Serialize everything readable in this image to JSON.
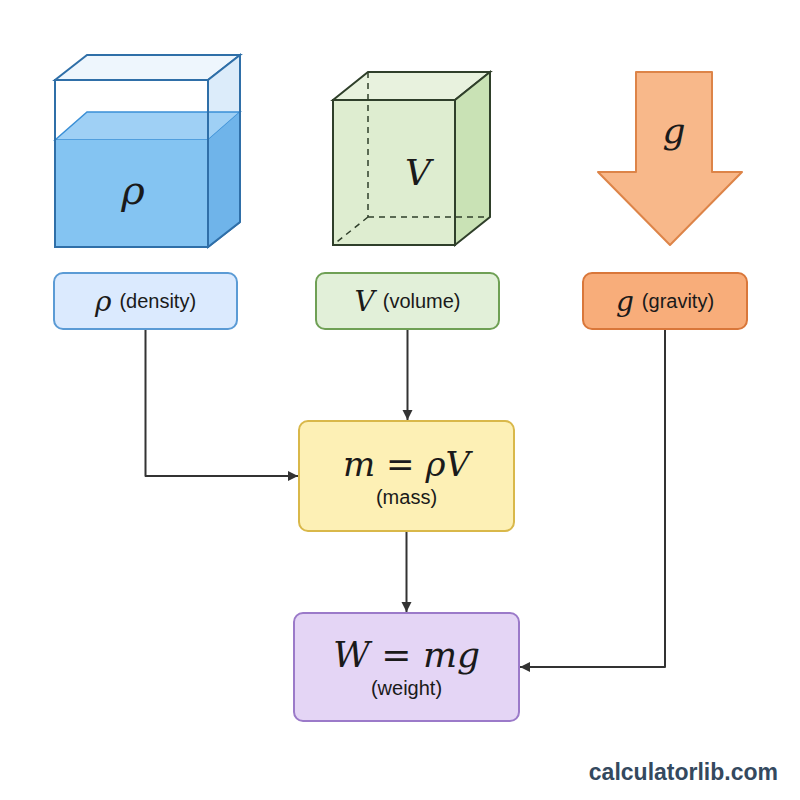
{
  "diagram": {
    "nodes": [
      {
        "text": [
          "ρ",
          "(density)"
        ]
      },
      {
        "text": [
          "V",
          "(volume)"
        ]
      },
      {
        "text": [
          "g",
          "(gravity)"
        ]
      },
      {
        "text": [
          "m = ρV",
          "(mass)"
        ]
      },
      {
        "text": [
          "W = mg",
          "(weight)"
        ]
      }
    ],
    "edges": [
      {
        "from": 0,
        "to": 3,
        "arrow": "to"
      },
      {
        "from": 1,
        "to": 3,
        "arrow": "to"
      },
      {
        "from": 3,
        "to": 4,
        "arrow": "to"
      },
      {
        "from": 2,
        "to": 4,
        "arrow": "to"
      }
    ],
    "labels": [
      "ρ",
      "V",
      "g",
      "calculatorlib.com"
    ]
  }
}
